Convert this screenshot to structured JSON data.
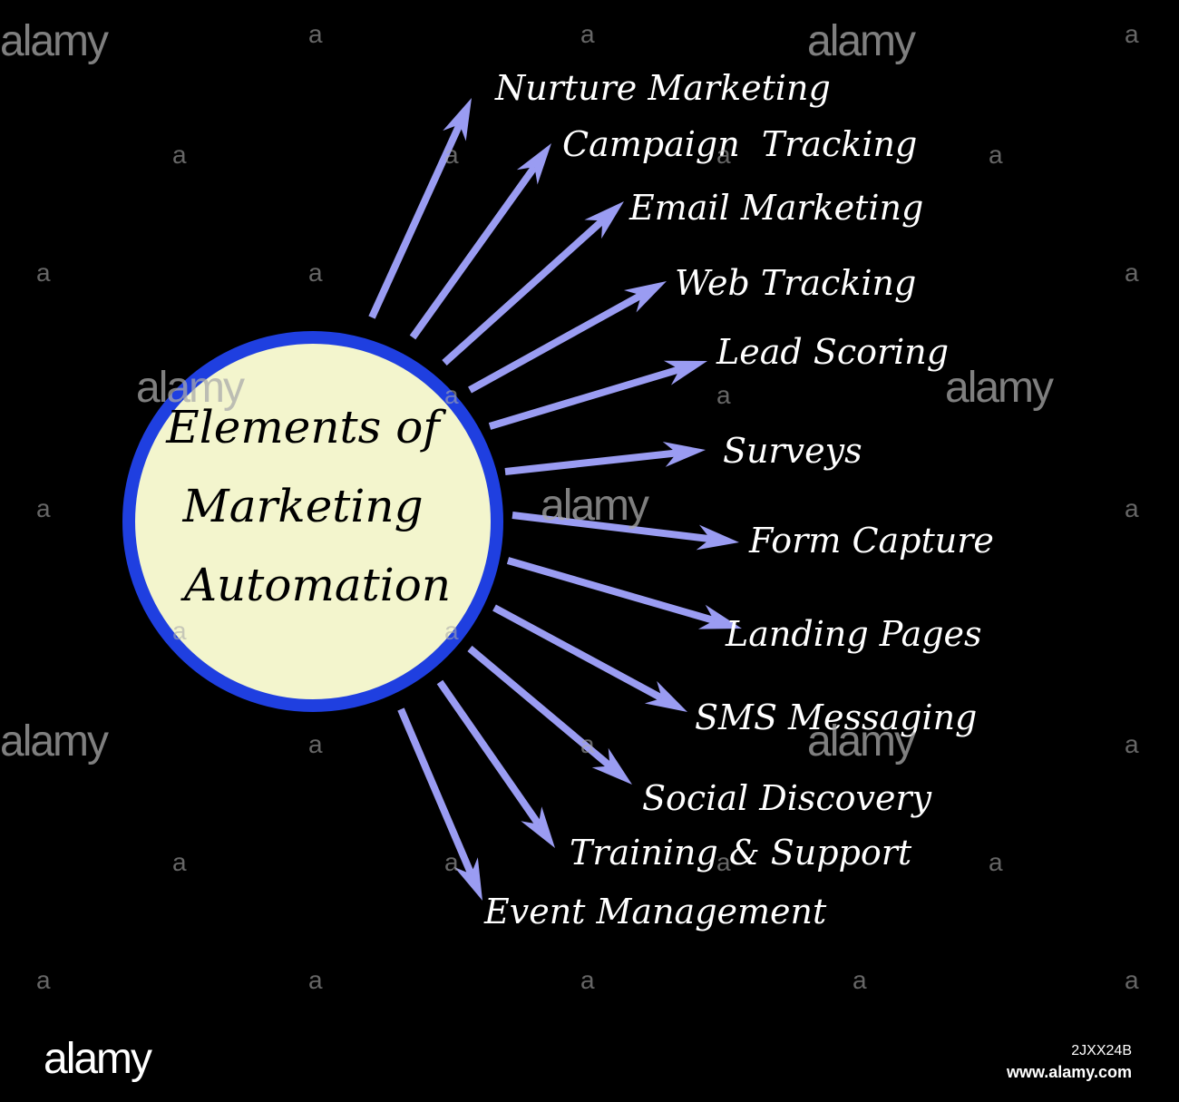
{
  "title": "Elements of Marketing Automation",
  "title_lines": [
    "Elements of",
    "Marketing",
    "Automation"
  ],
  "elements": [
    "Nurture Marketing",
    "Campaign  Tracking",
    "Email Marketing",
    "Web Tracking",
    "Lead Scoring",
    "Surveys",
    "Form Capture",
    "Landing Pages",
    "SMS Messaging",
    "Social Discovery",
    "Training & Support",
    "Event Management"
  ],
  "watermark": {
    "text": "alamy",
    "glyph": "a",
    "image_id": "2JXX24B",
    "url": "www.alamy.com"
  },
  "colors": {
    "background": "#000000",
    "circle_fill": "#f3f5cd",
    "circle_stroke": "#1f3fe0",
    "arrow": "#9a9cf2",
    "label": "#ffffff",
    "title": "#000000"
  }
}
